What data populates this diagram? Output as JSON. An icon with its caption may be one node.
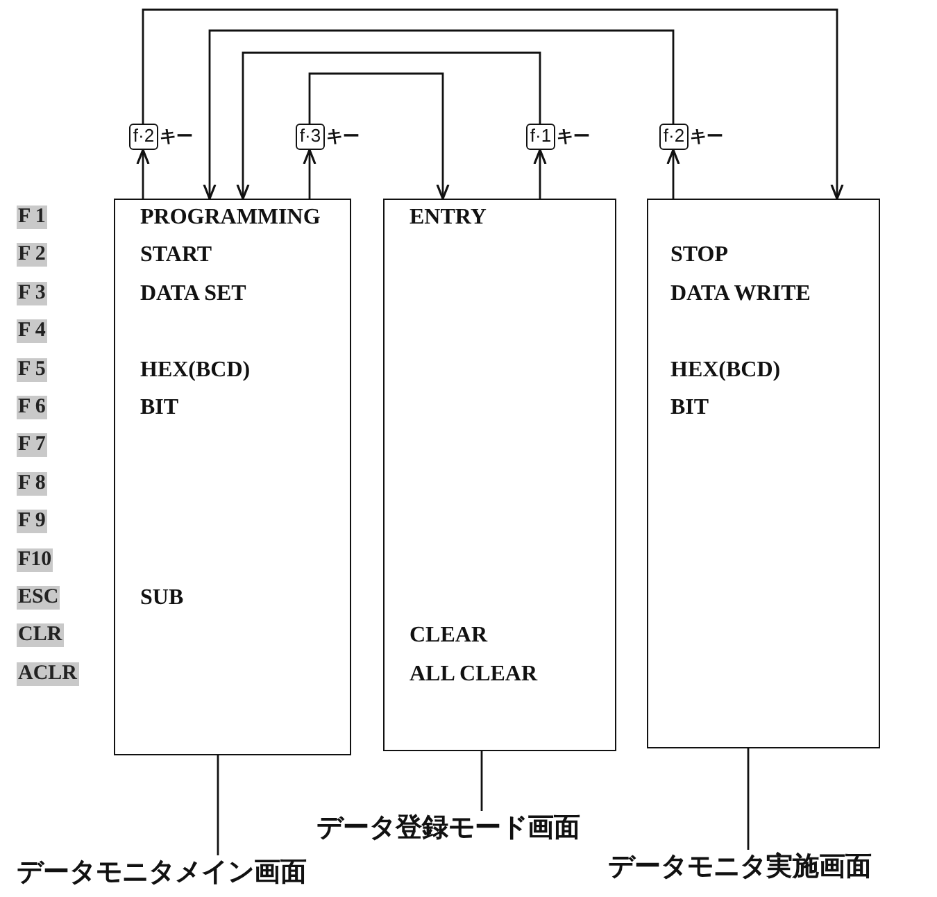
{
  "diagram": {
    "nodes": [
      {
        "text": [
          "f·2"
        ],
        "beside": [
          "キー"
        ]
      },
      {
        "text": [
          "f·3"
        ],
        "beside": [
          "キー"
        ]
      },
      {
        "text": [
          "f·1"
        ],
        "beside": [
          "キー"
        ]
      },
      {
        "text": [
          "f·2"
        ],
        "beside": [
          "キー"
        ]
      },
      {
        "text": [
          "PROGRAMMING",
          "START",
          "DATA SET",
          "HEX(BCD)",
          "BIT",
          "SUB"
        ]
      },
      {
        "text": [
          "ENTRY",
          "CLEAR",
          "ALL CLEAR"
        ]
      },
      {
        "text": [
          "STOP",
          "DATA WRITE",
          "HEX(BCD)",
          "BIT"
        ]
      },
      {
        "text": [
          "データ登録モード画面"
        ]
      },
      {
        "text": [
          "データモニタメイン画面"
        ]
      },
      {
        "text": [
          "データモニタ実施画面"
        ]
      }
    ],
    "edges": [
      {
        "from": 4,
        "to": 0,
        "arrow": "to"
      },
      {
        "from": 0,
        "to": 6,
        "arrow": "to"
      },
      {
        "from": 4,
        "to": 1,
        "arrow": "to"
      },
      {
        "from": 1,
        "to": 5,
        "arrow": "to"
      },
      {
        "from": 5,
        "to": 2,
        "arrow": "to"
      },
      {
        "from": 2,
        "to": 4,
        "arrow": "to"
      },
      {
        "from": 6,
        "to": 3,
        "arrow": "to"
      },
      {
        "from": 3,
        "to": 4,
        "arrow": "to"
      },
      {
        "from": 7,
        "to": 5,
        "arrow": "none"
      },
      {
        "from": 8,
        "to": 4,
        "arrow": "none"
      },
      {
        "from": 9,
        "to": 6,
        "arrow": "none"
      }
    ],
    "labels": [
      "F 1",
      "F 2",
      "F 3",
      "F 4",
      "F 5",
      "F 6",
      "F 7",
      "F 8",
      "F 9",
      "F10",
      "ESC",
      "CLR",
      "ACLR"
    ]
  }
}
